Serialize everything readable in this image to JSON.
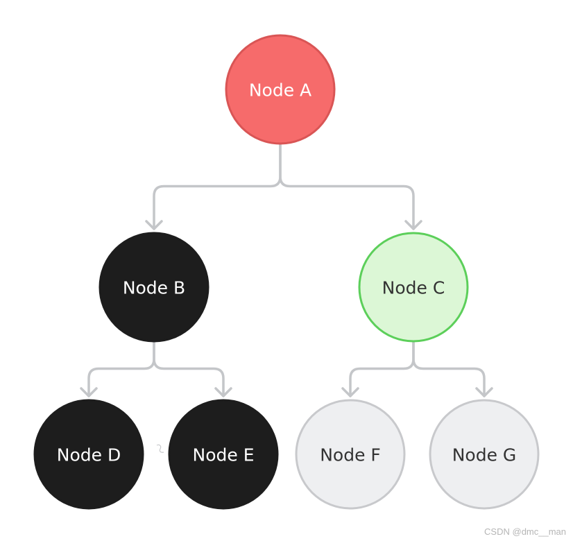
{
  "nodes": {
    "a": {
      "label": "Node A",
      "fill": "#f66b6b",
      "stroke": "#d95555",
      "text_color": "#ffffff"
    },
    "b": {
      "label": "Node B",
      "fill": "#1d1d1d",
      "stroke": "#1d1d1d",
      "text_color": "#ffffff"
    },
    "c": {
      "label": "Node C",
      "fill": "#dcf7d6",
      "stroke": "#5ccf5a",
      "text_color": "#333333"
    },
    "d": {
      "label": "Node D",
      "fill": "#1d1d1d",
      "stroke": "#1d1d1d",
      "text_color": "#ffffff"
    },
    "e": {
      "label": "Node E",
      "fill": "#1d1d1d",
      "stroke": "#1d1d1d",
      "text_color": "#ffffff"
    },
    "f": {
      "label": "Node F",
      "fill": "#eeeff1",
      "stroke": "#c8c9cc",
      "text_color": "#333333"
    },
    "g": {
      "label": "Node G",
      "fill": "#eeeff1",
      "stroke": "#c8c9cc",
      "text_color": "#333333"
    }
  },
  "edges": [
    {
      "from": "a",
      "to": "b"
    },
    {
      "from": "a",
      "to": "c"
    },
    {
      "from": "b",
      "to": "d"
    },
    {
      "from": "b",
      "to": "e"
    },
    {
      "from": "c",
      "to": "f"
    },
    {
      "from": "c",
      "to": "g"
    }
  ],
  "connector_color": "#c4c6c9",
  "watermark": "CSDN @dmc__man"
}
